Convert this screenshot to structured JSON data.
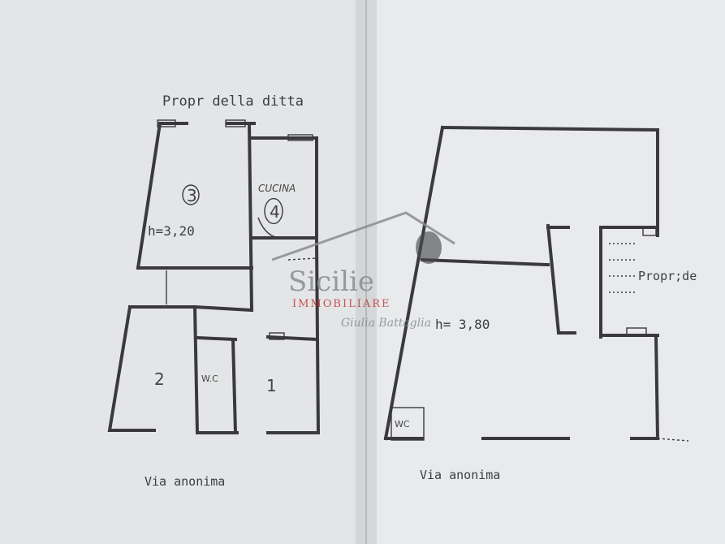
{
  "colors": {
    "paper": "#e6e7e8",
    "paper_shadow": "#c9cacb",
    "ink": "#3a3a3e",
    "watermark_red": "#c23a3a",
    "watermark_gray": "#8a8c92"
  },
  "left_plan": {
    "top_label": "Propr della ditta",
    "height_label": "h=3,20",
    "kitchen_label": "CUCINA",
    "small_wc_label": "W.C",
    "bottom_label": "Via anonima",
    "room_marks": [
      "3",
      "4",
      "2",
      "1"
    ]
  },
  "right_plan": {
    "height_label": "h= 3,80",
    "side_label": "Propr;de",
    "wc_label": "WC",
    "bottom_label": "Via anonima"
  },
  "watermark": {
    "brand": "Sicilie",
    "tagline": "IMMOBILIARE",
    "signature": "Giulia Battaglia"
  }
}
